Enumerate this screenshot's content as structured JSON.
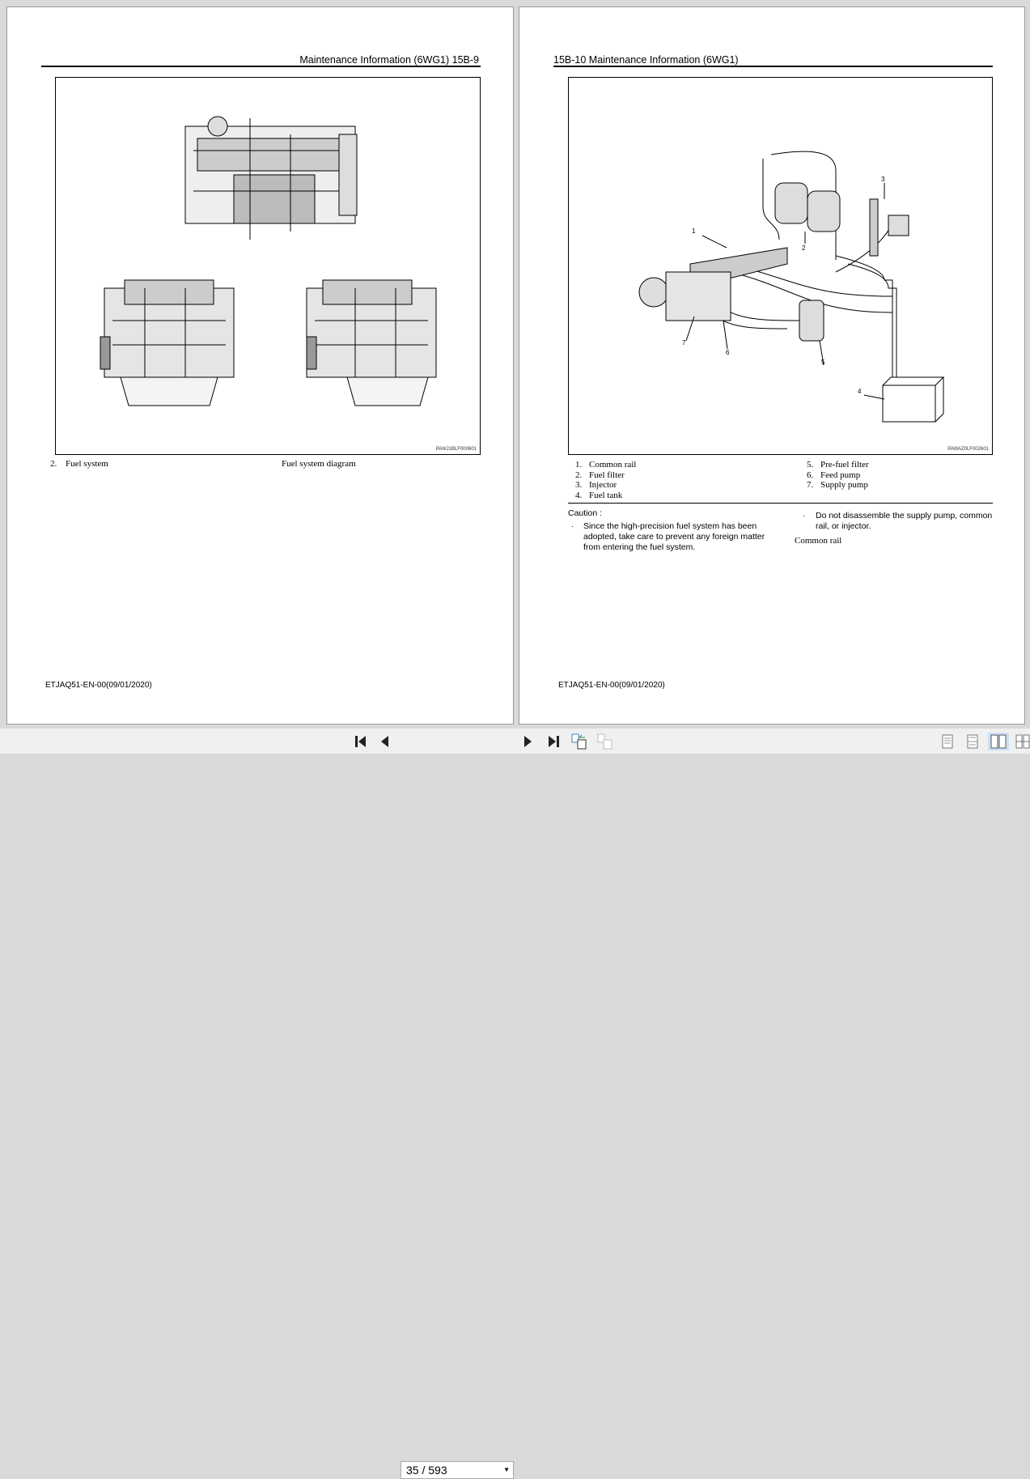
{
  "left_page": {
    "header": "Maintenance Information (6WG1)   15B-9",
    "figure_code": "PAWJ1BLF000601",
    "caption_num": "2.",
    "caption_title": "Fuel system",
    "caption_desc": "Fuel system diagram",
    "footer": "ETJAQ51-EN-00(09/01/2020)"
  },
  "right_page": {
    "header": "15B-10   Maintenance Information (6WG1)",
    "figure_code": "PAWAZ0LF002601",
    "callouts": [
      "1",
      "2",
      "3",
      "4",
      "5",
      "6",
      "7"
    ],
    "legend": [
      {
        "num": "1.",
        "label": "Common rail"
      },
      {
        "num": "2.",
        "label": "Fuel filter"
      },
      {
        "num": "3.",
        "label": "Injector"
      },
      {
        "num": "4.",
        "label": "Fuel tank"
      },
      {
        "num": "5.",
        "label": "Pre-fuel filter"
      },
      {
        "num": "6.",
        "label": "Feed pump"
      },
      {
        "num": "7.",
        "label": "Supply pump"
      }
    ],
    "caution_title": "Caution :",
    "caution_items": [
      "Since the high-precision fuel system has been adopted, take care to prevent any foreign matter from entering the fuel system.",
      "Do not disassemble the supply pump, common rail, or injector."
    ],
    "bullet": "·",
    "next_section": "Common rail",
    "footer": "ETJAQ51-EN-00(09/01/2020)"
  },
  "toolbar": {
    "page_indicator": "35 / 593"
  }
}
